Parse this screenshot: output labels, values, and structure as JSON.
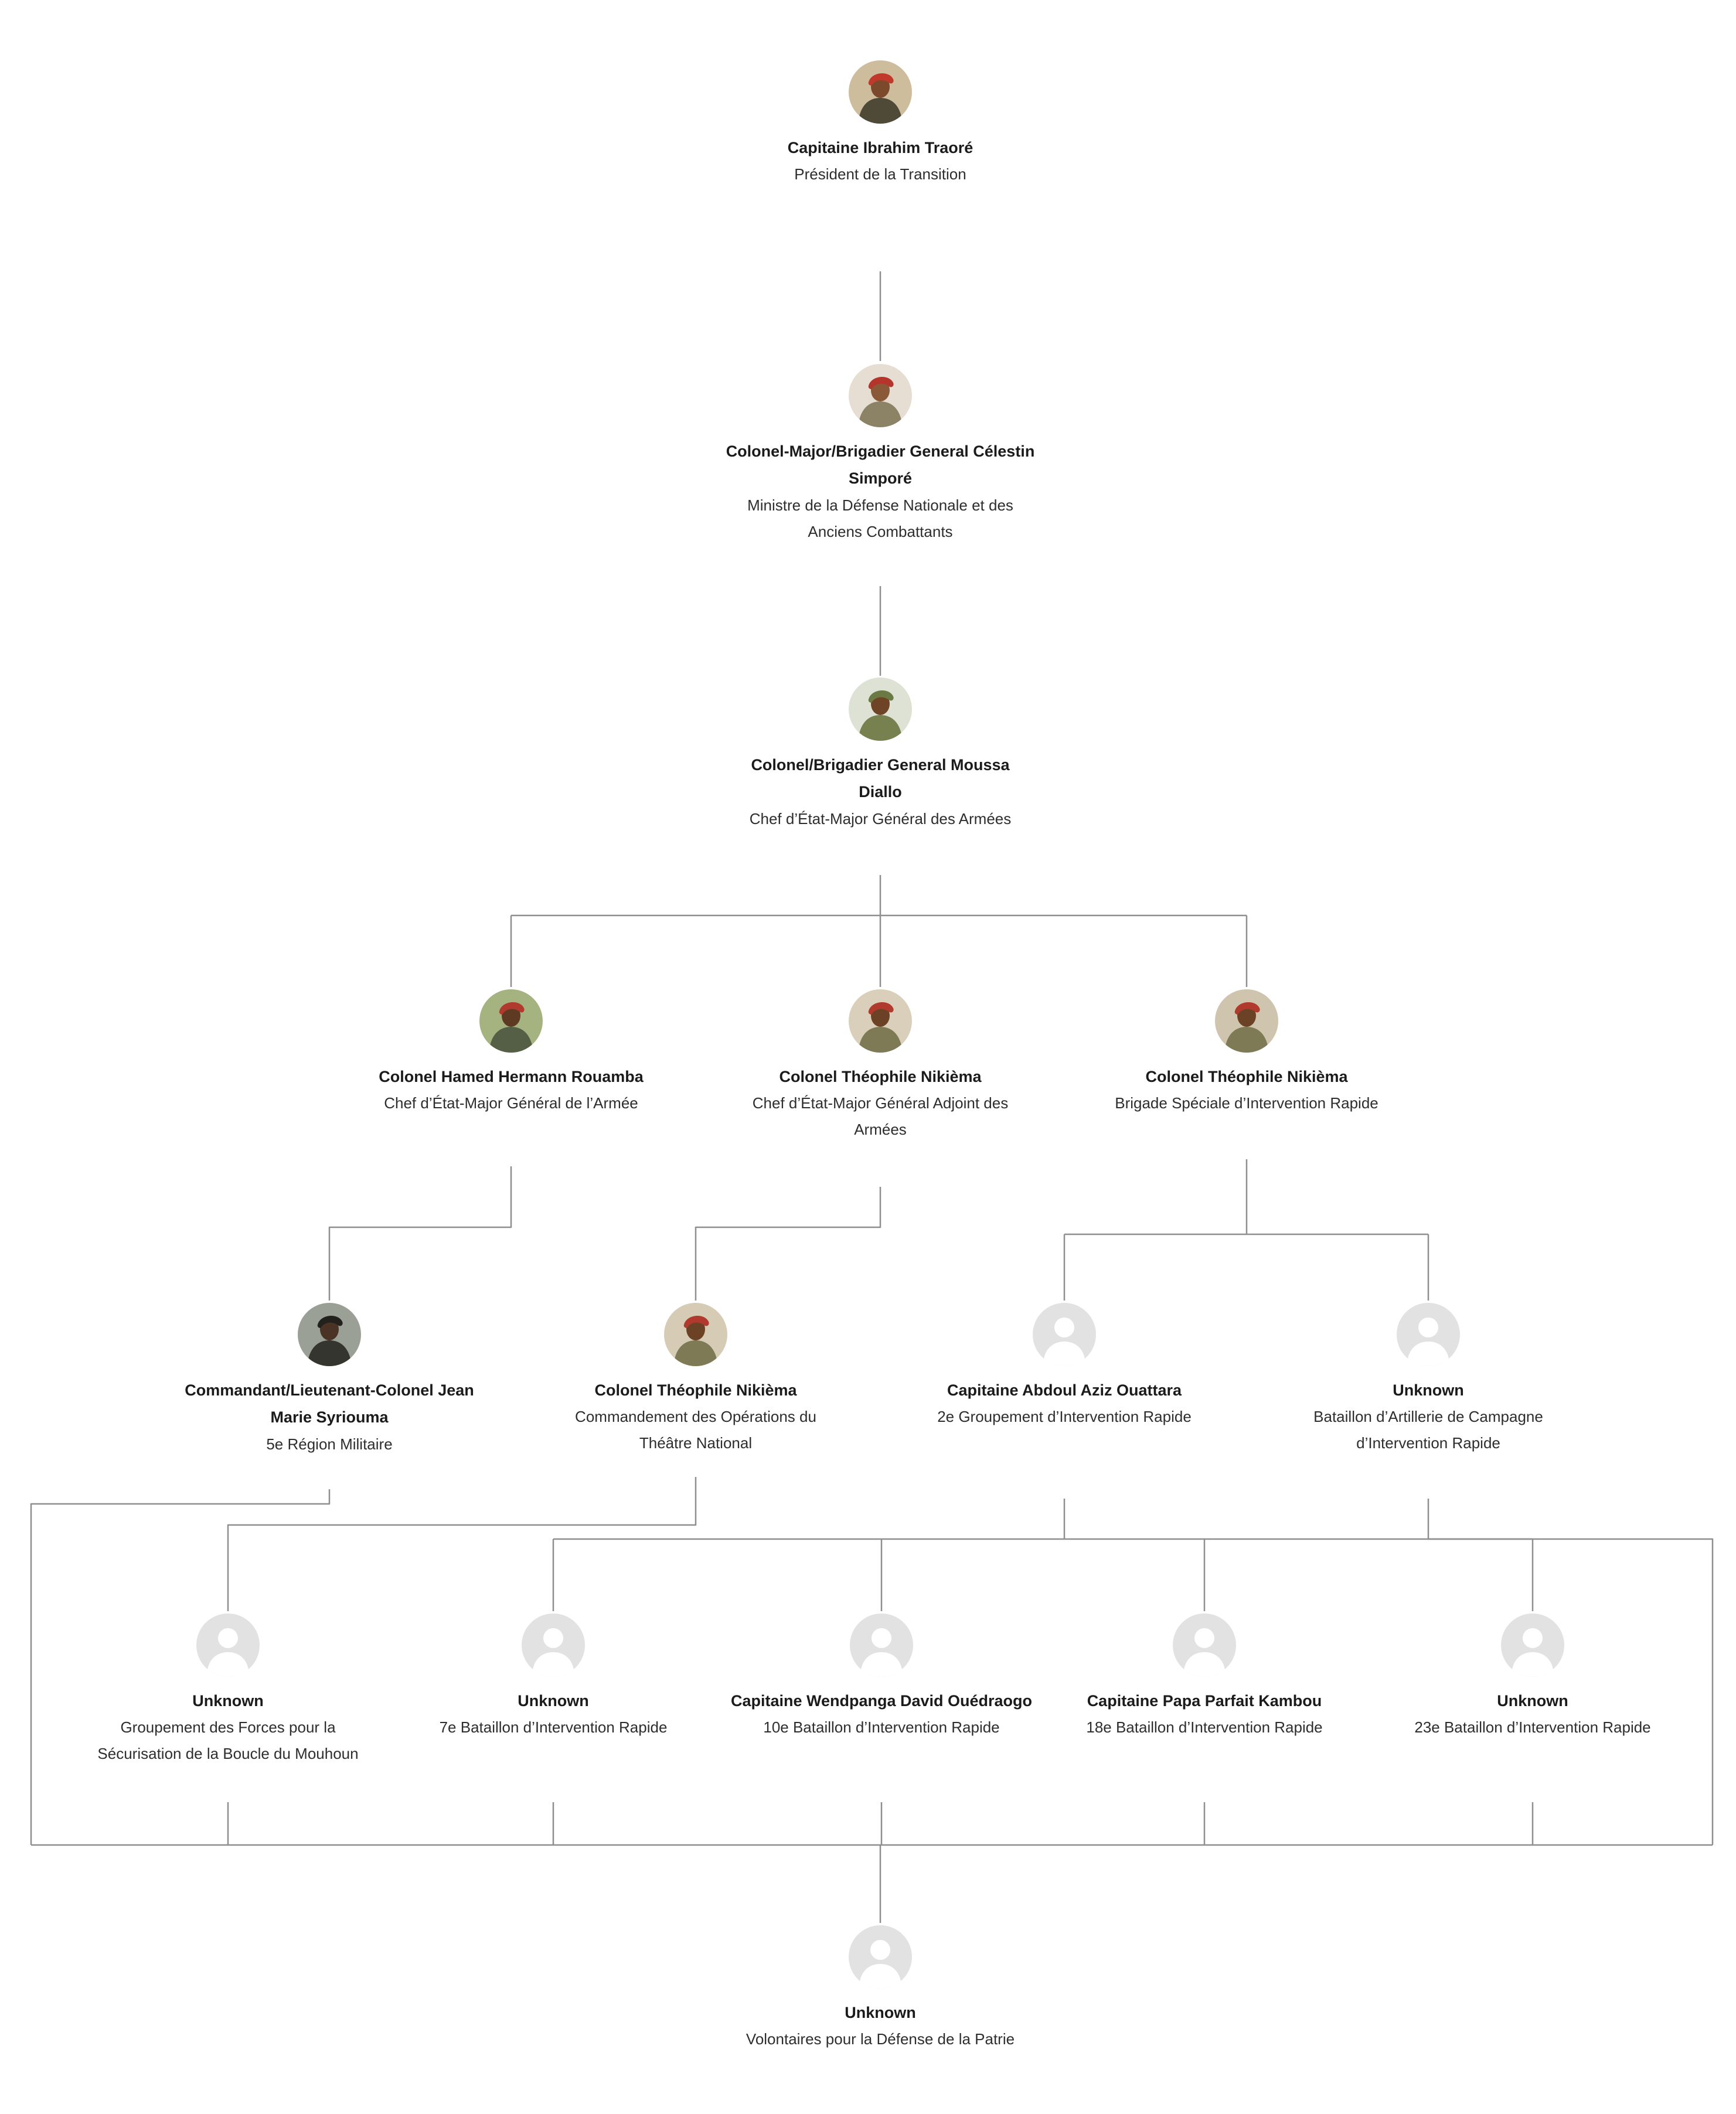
{
  "chart": {
    "type": "org-chart",
    "theme": {
      "background": "#ffffff",
      "connector_color": "#8f8f8f",
      "name_color": "#1b1b1b",
      "title_color": "#2e2e2e"
    },
    "placeholder": {
      "bg": "#e2e2e2",
      "fg": "#ffffff"
    },
    "nodes": [
      {
        "name": "Capitaine Ibrahim Traoré",
        "title": "Président de la Transition",
        "avatar": {
          "type": "photo",
          "bg": "#cdbd9d",
          "beret": "#c0392b",
          "skin": "#7b4a2c",
          "uniform": "#4f4a38"
        }
      },
      {
        "name": "Colonel-Major/Brigadier General Célestin Simporé",
        "title": "Ministre de la Défense Nationale et des Anciens Combattants",
        "avatar": {
          "type": "photo",
          "bg": "#e6ded2",
          "beret": "#b5342c",
          "skin": "#8a5a38",
          "uniform": "#8c8265"
        }
      },
      {
        "name": "Colonel/Brigadier General Moussa Diallo",
        "title": "Chef d’État-Major Général des Armées",
        "avatar": {
          "type": "photo",
          "bg": "#dde2d4",
          "beret": "#6b7a45",
          "skin": "#6f4426",
          "uniform": "#77814f"
        }
      },
      {
        "name": "Colonel Hamed Hermann Rouamba",
        "title": "Chef d’État-Major Général de l’Armée",
        "avatar": {
          "type": "photo",
          "bg": "#a4b37f",
          "beret": "#b03a2e",
          "skin": "#5f3a22",
          "uniform": "#555f46"
        }
      },
      {
        "name": "Colonel Théophile Nikièma",
        "title": "Chef d’État-Major Général Adjoint des Armées",
        "avatar": {
          "type": "photo",
          "bg": "#d9cfba",
          "beret": "#b03a2e",
          "skin": "#6b4226",
          "uniform": "#7d7a55"
        }
      },
      {
        "name": "Colonel Théophile Nikièma",
        "title": "Brigade Spéciale d’Intervention Rapide",
        "avatar": {
          "type": "photo",
          "bg": "#cfc5ae",
          "beret": "#b03a2e",
          "skin": "#6b4226",
          "uniform": "#7d7a55"
        }
      },
      {
        "name": "Commandant/Lieutenant-Colonel Jean Marie Syriouma",
        "title": "5e Région Militaire",
        "avatar": {
          "type": "photo",
          "bg": "#9aa096",
          "beret": "#23211e",
          "skin": "#4a3325",
          "uniform": "#35352f"
        }
      },
      {
        "name": "Colonel Théophile Nikièma",
        "title": "Commandement des Opérations du Théâtre National",
        "avatar": {
          "type": "photo",
          "bg": "#d6ccb6",
          "beret": "#b03a2e",
          "skin": "#6b4226",
          "uniform": "#7d7a55"
        }
      },
      {
        "name": "Capitaine Abdoul Aziz Ouattara",
        "title": "2e Groupement d’Intervention Rapide",
        "avatar": {
          "type": "placeholder"
        }
      },
      {
        "name": "Unknown",
        "title": "Bataillon d’Artillerie de Campagne d’Intervention Rapide",
        "avatar": {
          "type": "placeholder"
        }
      },
      {
        "name": "Unknown",
        "title": "Groupement des Forces pour la Sécurisation de la Boucle du Mouhoun",
        "avatar": {
          "type": "placeholder"
        }
      },
      {
        "name": "Unknown",
        "title": "7e Bataillon d’Intervention Rapide",
        "avatar": {
          "type": "placeholder"
        }
      },
      {
        "name": "Capitaine Wendpanga David Ouédraogo",
        "title": "10e Bataillon d’Intervention Rapide",
        "avatar": {
          "type": "placeholder"
        }
      },
      {
        "name": "Capitaine Papa Parfait Kambou",
        "title": "18e Bataillon d’Intervention Rapide",
        "avatar": {
          "type": "placeholder"
        }
      },
      {
        "name": "Unknown",
        "title": "23e Bataillon d’Intervention Rapide",
        "avatar": {
          "type": "placeholder"
        }
      },
      {
        "name": "Unknown",
        "title": "Volontaires pour la Défense de la Patrie",
        "avatar": {
          "type": "placeholder"
        }
      }
    ]
  }
}
